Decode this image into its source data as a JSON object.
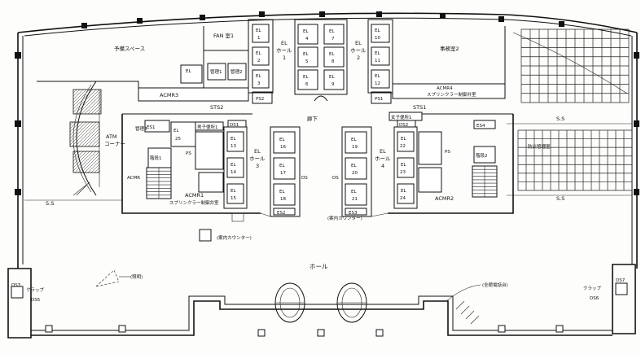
{
  "labels": {
    "fan": "FAN 室1",
    "preparatory_space": "予備スペース",
    "office2": "事務室2",
    "acmr3": "ACMR3",
    "acmr4": "ACMR4",
    "acmr4_note": "スプリンクラー制御弁室",
    "sts2": "STS2",
    "sts1": "STS1",
    "ps2": "PS2",
    "ps1": "PS1",
    "corridor": "廊下",
    "el_hall_1": [
      "EL",
      "ホール",
      "1"
    ],
    "el_hall_2": [
      "EL",
      "ホール",
      "2"
    ],
    "el_hall_3": [
      "EL",
      "ホール",
      "3"
    ],
    "el_hall_4": [
      "EL",
      "ホール",
      "4"
    ],
    "atm_corner": [
      "ATM",
      "コーナー"
    ],
    "elevators_top_left": [
      "1",
      "2",
      "3"
    ],
    "elevators_top_mid_a": [
      "4",
      "5",
      "6"
    ],
    "elevators_top_mid_b": [
      "7",
      "8",
      "9"
    ],
    "elevators_top_right": [
      "10",
      "11",
      "12"
    ],
    "elevators_mid_left": [
      "13",
      "14",
      "15"
    ],
    "elevators_mid_ca": [
      "16",
      "17",
      "18"
    ],
    "elevators_mid_cb": [
      "19",
      "20",
      "21"
    ],
    "elevators_mid_right": [
      "22",
      "23",
      "24"
    ],
    "el_prefix": "EL",
    "el25": [
      "EL",
      "25"
    ],
    "es1": "ES1",
    "es4": "ES4",
    "ds1": "DS1",
    "ds2": "DS2",
    "ps_left": "PS",
    "ps_right": "PS",
    "stair1": "階段1",
    "stair2": "階段2",
    "mens_toilet": "男子便所1",
    "womens_toilet": "女子便所1",
    "acmr1": "ACMR1",
    "acmr1_note": "スプリンクラー制御弁室",
    "acmr2": "ACMR2",
    "acmr_left": "ACMR",
    "hall": "ホール",
    "ss": "S.S",
    "reception": "(案内カウンター)",
    "clap_left": [
      "クラップ",
      "DS5"
    ],
    "clap_right": [
      "クラップ",
      "DS6"
    ],
    "ds3": "DS3",
    "ds7": "DS7",
    "disaster_board": "(全館電話台)",
    "deco": "(照明)",
    "de_label_a": "DS",
    "de_label_b": "DS",
    "mgmt": "防災管理室",
    "es2": "ES2",
    "es3": "ES3",
    "kanri1": "管理1",
    "kanri2": "管理2",
    "kanri3": "管理3"
  },
  "colors": {
    "line": "#111111",
    "paper": "#fdfdfb"
  }
}
